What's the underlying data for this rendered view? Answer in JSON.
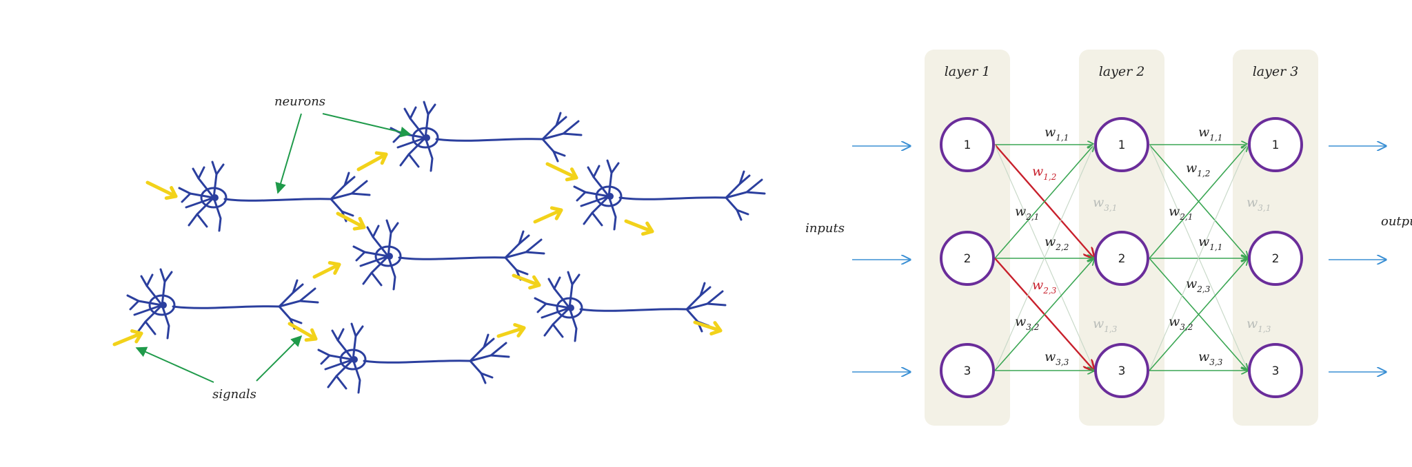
{
  "left_panel": {
    "neurons_label": "neurons",
    "signals_label": "signals"
  },
  "right_panel": {
    "inputs_label": "inputs",
    "outputs_label": "outputs",
    "layers": [
      {
        "label": "layer 1",
        "nodes": [
          "1",
          "2",
          "3"
        ]
      },
      {
        "label": "layer 2",
        "nodes": [
          "1",
          "2",
          "3"
        ]
      },
      {
        "label": "layer 3",
        "nodes": [
          "1",
          "2",
          "3"
        ]
      }
    ],
    "weights_a": [
      {
        "base": "w",
        "sub": "1,1",
        "style": "dark"
      },
      {
        "base": "w",
        "sub": "1,2",
        "style": "red"
      },
      {
        "base": "w",
        "sub": "3,1",
        "style": "faint"
      },
      {
        "base": "w",
        "sub": "2,1",
        "style": "dark"
      },
      {
        "base": "w",
        "sub": "2,2",
        "style": "dark"
      },
      {
        "base": "w",
        "sub": "2,3",
        "style": "red"
      },
      {
        "base": "w",
        "sub": "1,3",
        "style": "faint"
      },
      {
        "base": "w",
        "sub": "3,2",
        "style": "dark"
      },
      {
        "base": "w",
        "sub": "3,3",
        "style": "dark"
      }
    ],
    "weights_b": [
      {
        "base": "w",
        "sub": "1,1",
        "style": "dark"
      },
      {
        "base": "w",
        "sub": "1,2",
        "style": "dark"
      },
      {
        "base": "w",
        "sub": "3,1",
        "style": "faint"
      },
      {
        "base": "w",
        "sub": "2,1",
        "style": "dark"
      },
      {
        "base": "w",
        "sub": "1,1",
        "style": "dark"
      },
      {
        "base": "w",
        "sub": "2,3",
        "style": "dark"
      },
      {
        "base": "w",
        "sub": "1,3",
        "style": "faint"
      },
      {
        "base": "w",
        "sub": "3,2",
        "style": "dark"
      },
      {
        "base": "w",
        "sub": "3,3",
        "style": "dark"
      }
    ]
  },
  "colors": {
    "neuron": "#2b3f9e",
    "signal": "#f2d21a",
    "pointer": "#1f9a4a",
    "node_ring": "#6a2d9a",
    "layer_bg": "#f3f1e6",
    "io_arrow": "#3a8fd4",
    "link_green": "#3aa653",
    "link_red": "#c8202c",
    "link_faint": "#c9d9c9"
  }
}
